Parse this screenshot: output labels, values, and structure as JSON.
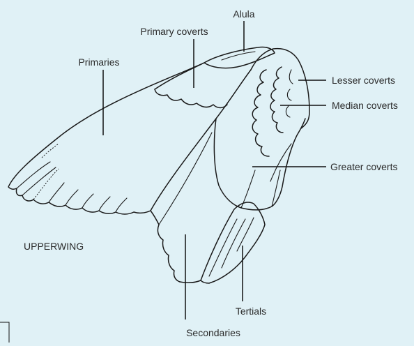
{
  "diagram": {
    "view_label": "UPPERWING",
    "labels": {
      "alula": "Alula",
      "primary_coverts": "Primary coverts",
      "primaries": "Primaries",
      "lesser_coverts": "Lesser coverts",
      "median_coverts": "Median coverts",
      "greater_coverts": "Greater coverts",
      "tertials": "Tertials",
      "secondaries": "Secondaries"
    }
  },
  "colors": {
    "background": "#e0f1f6",
    "ink": "#1a1a1a",
    "label_text": "#2a2a2a"
  }
}
